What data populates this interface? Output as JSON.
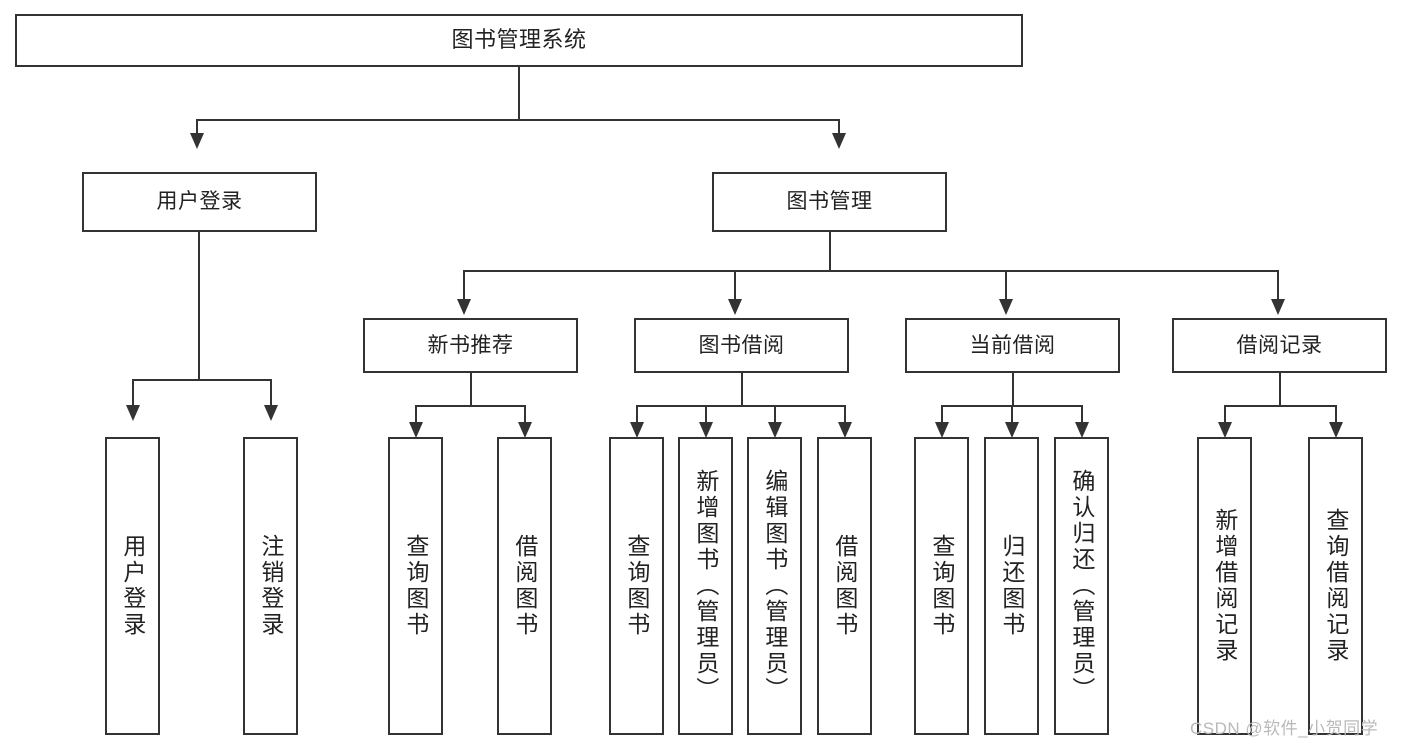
{
  "diagram": {
    "title": "图书管理系统",
    "type": "tree-hierarchy-chart",
    "watermark": "CSDN @软件_小贺同学",
    "line_color": "#333333",
    "box_fill": "#ffffff",
    "watermark_color": "#b9b9b9"
  },
  "nodes": {
    "root": {
      "label": "图书管理系统"
    },
    "level2": [
      {
        "id": "user-login",
        "label": "用户登录"
      },
      {
        "id": "book-management",
        "label": "图书管理"
      }
    ],
    "level3": [
      {
        "id": "new-book-recommend",
        "label": "新书推荐"
      },
      {
        "id": "book-borrow",
        "label": "图书借阅"
      },
      {
        "id": "current-borrow",
        "label": "当前借阅"
      },
      {
        "id": "borrow-record",
        "label": "借阅记录"
      }
    ],
    "leaves": [
      {
        "id": "leaf-user-login",
        "label": "用户登录",
        "parent": "user-login"
      },
      {
        "id": "leaf-logout",
        "label": "注销登录",
        "parent": "user-login"
      },
      {
        "id": "leaf-query-book-1",
        "label": "查询图书",
        "parent": "new-book-recommend"
      },
      {
        "id": "leaf-borrow-book-1",
        "label": "借阅图书",
        "parent": "new-book-recommend"
      },
      {
        "id": "leaf-query-book-2",
        "label": "查询图书",
        "parent": "book-borrow"
      },
      {
        "id": "leaf-add-book",
        "label": "新增图书（管理员）",
        "parent": "book-borrow"
      },
      {
        "id": "leaf-edit-book",
        "label": "编辑图书（管理员）",
        "parent": "book-borrow"
      },
      {
        "id": "leaf-borrow-book-2",
        "label": "借阅图书",
        "parent": "book-borrow"
      },
      {
        "id": "leaf-query-book-3",
        "label": "查询图书",
        "parent": "current-borrow"
      },
      {
        "id": "leaf-return-book",
        "label": "归还图书",
        "parent": "current-borrow"
      },
      {
        "id": "leaf-confirm-return",
        "label": "确认归还（管理员）",
        "parent": "current-borrow"
      },
      {
        "id": "leaf-add-record",
        "label": "新增借阅记录",
        "parent": "borrow-record"
      },
      {
        "id": "leaf-query-record",
        "label": "查询借阅记录",
        "parent": "borrow-record"
      }
    ]
  }
}
